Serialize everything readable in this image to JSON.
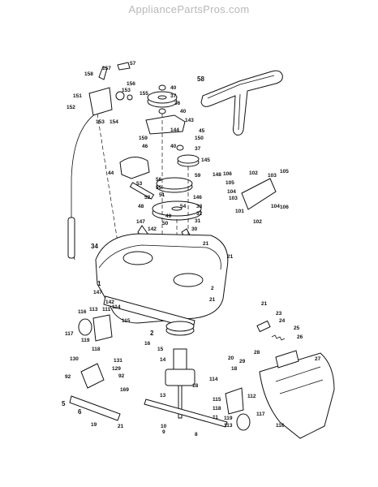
{
  "watermark": "AppliancePartsPros.com",
  "callouts": [
    {
      "id": "c158",
      "text": "158"
    },
    {
      "id": "c157",
      "text": "157"
    },
    {
      "id": "c57",
      "text": "57"
    },
    {
      "id": "c156",
      "text": "156"
    },
    {
      "id": "c151",
      "text": "151"
    },
    {
      "id": "c153a",
      "text": "153"
    },
    {
      "id": "c155",
      "text": "155"
    },
    {
      "id": "c152",
      "text": "152"
    },
    {
      "id": "c153b",
      "text": "153"
    },
    {
      "id": "c154",
      "text": "154"
    },
    {
      "id": "c58",
      "text": "58"
    },
    {
      "id": "c40a",
      "text": "40"
    },
    {
      "id": "c37a",
      "text": "37"
    },
    {
      "id": "c36",
      "text": "36"
    },
    {
      "id": "c40b",
      "text": "40"
    },
    {
      "id": "c143",
      "text": "143"
    },
    {
      "id": "c144",
      "text": "144"
    },
    {
      "id": "c45",
      "text": "45"
    },
    {
      "id": "c159",
      "text": "159"
    },
    {
      "id": "c150",
      "text": "150"
    },
    {
      "id": "c40c",
      "text": "40"
    },
    {
      "id": "c37b",
      "text": "37"
    },
    {
      "id": "c46",
      "text": "46"
    },
    {
      "id": "c145",
      "text": "145"
    },
    {
      "id": "c44",
      "text": "44"
    },
    {
      "id": "c56",
      "text": "56"
    },
    {
      "id": "c59",
      "text": "59"
    },
    {
      "id": "c148",
      "text": "148"
    },
    {
      "id": "c55",
      "text": "55"
    },
    {
      "id": "c53",
      "text": "53"
    },
    {
      "id": "c51",
      "text": "51"
    },
    {
      "id": "c146",
      "text": "146"
    },
    {
      "id": "c52",
      "text": "52"
    },
    {
      "id": "c48",
      "text": "48"
    },
    {
      "id": "c54",
      "text": "54"
    },
    {
      "id": "c33",
      "text": "33"
    },
    {
      "id": "c32",
      "text": "32"
    },
    {
      "id": "c49",
      "text": "49"
    },
    {
      "id": "c31",
      "text": "31"
    },
    {
      "id": "c50",
      "text": "50"
    },
    {
      "id": "c147a",
      "text": "147"
    },
    {
      "id": "c142a",
      "text": "142"
    },
    {
      "id": "c30",
      "text": "30"
    },
    {
      "id": "c21a",
      "text": "21"
    },
    {
      "id": "c34",
      "text": "34"
    },
    {
      "id": "c21b",
      "text": "21"
    },
    {
      "id": "c1",
      "text": "1"
    },
    {
      "id": "c147b",
      "text": "147"
    },
    {
      "id": "c2a",
      "text": "2"
    },
    {
      "id": "c21c",
      "text": "21"
    },
    {
      "id": "c142b",
      "text": "142"
    },
    {
      "id": "c116a",
      "text": "116"
    },
    {
      "id": "c113a",
      "text": "113"
    },
    {
      "id": "c111",
      "text": "111"
    },
    {
      "id": "c114",
      "text": "114"
    },
    {
      "id": "c115a",
      "text": "115"
    },
    {
      "id": "c117a",
      "text": "117"
    },
    {
      "id": "c119a",
      "text": "119"
    },
    {
      "id": "c118a",
      "text": "118"
    },
    {
      "id": "c130",
      "text": "130"
    },
    {
      "id": "c131",
      "text": "131"
    },
    {
      "id": "c92a",
      "text": "92"
    },
    {
      "id": "c129",
      "text": "129"
    },
    {
      "id": "c92b",
      "text": "92"
    },
    {
      "id": "c5",
      "text": "5"
    },
    {
      "id": "c6",
      "text": "6"
    },
    {
      "id": "c19",
      "text": "19"
    },
    {
      "id": "c21d",
      "text": "21"
    },
    {
      "id": "c169",
      "text": "169"
    },
    {
      "id": "c2b",
      "text": "2"
    },
    {
      "id": "c16",
      "text": "16"
    },
    {
      "id": "c15",
      "text": "15"
    },
    {
      "id": "c14",
      "text": "14"
    },
    {
      "id": "c18a",
      "text": "18"
    },
    {
      "id": "c13",
      "text": "13"
    },
    {
      "id": "c11",
      "text": "11"
    },
    {
      "id": "c10",
      "text": "10"
    },
    {
      "id": "c9",
      "text": "9"
    },
    {
      "id": "c8",
      "text": "8"
    },
    {
      "id": "c21e",
      "text": "21"
    },
    {
      "id": "c23",
      "text": "23"
    },
    {
      "id": "c24",
      "text": "24"
    },
    {
      "id": "c25",
      "text": "25"
    },
    {
      "id": "c26",
      "text": "26"
    },
    {
      "id": "c27",
      "text": "27"
    },
    {
      "id": "c28",
      "text": "28"
    },
    {
      "id": "c29",
      "text": "29"
    },
    {
      "id": "c20",
      "text": "20"
    },
    {
      "id": "c18b",
      "text": "18"
    },
    {
      "id": "c114b",
      "text": "114"
    },
    {
      "id": "c115b",
      "text": "115"
    },
    {
      "id": "c112",
      "text": "112"
    },
    {
      "id": "c118b",
      "text": "118"
    },
    {
      "id": "c119b",
      "text": "119"
    },
    {
      "id": "c113b",
      "text": "113"
    },
    {
      "id": "c117b",
      "text": "117"
    },
    {
      "id": "c116b",
      "text": "116"
    },
    {
      "id": "c106a",
      "text": "106"
    },
    {
      "id": "c102a",
      "text": "102"
    },
    {
      "id": "c103a",
      "text": "103"
    },
    {
      "id": "c105",
      "text": "105"
    },
    {
      "id": "c105b",
      "text": "105"
    },
    {
      "id": "c104a",
      "text": "104"
    },
    {
      "id": "c103b",
      "text": "103"
    },
    {
      "id": "c101",
      "text": "101"
    },
    {
      "id": "c104b",
      "text": "104"
    },
    {
      "id": "c106b",
      "text": "106"
    },
    {
      "id": "c102b",
      "text": "102"
    }
  ]
}
